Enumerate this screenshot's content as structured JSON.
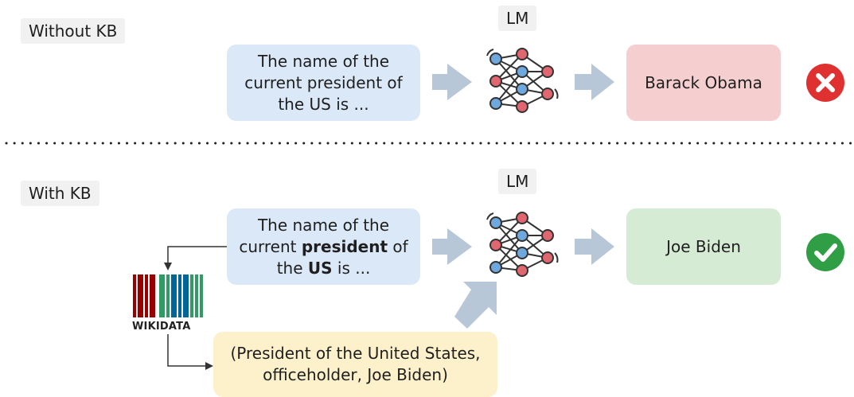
{
  "top": {
    "label": "Without KB",
    "lm_label": "LM",
    "query": [
      "The name of the",
      "current president of",
      "the US is ..."
    ],
    "answer": "Barack Obama",
    "status_icon": "cross-icon"
  },
  "bottom": {
    "label": "With KB",
    "lm_label": "LM",
    "query_line1": "The name of the",
    "query_line2_pre": "current ",
    "query_line2_bold": "president",
    "query_line2_post": " of",
    "query_line3_pre": "the ",
    "query_line3_bold": "US",
    "query_line3_post": " is ...",
    "answer": "Joe Biden",
    "status_icon": "check-icon",
    "kb_logo_text": "WIKIDATA",
    "triple": [
      "(President of the United States,",
      "officeholder, Joe Biden)"
    ]
  },
  "colors": {
    "query_bg": "#dbe8f8",
    "wrong_bg": "#f5cfcf",
    "right_bg": "#d6ebd4",
    "triple_bg": "#fdf1cc",
    "cross": "#e03131",
    "check": "#2f9e44",
    "arrow": "#b7c7d8"
  }
}
